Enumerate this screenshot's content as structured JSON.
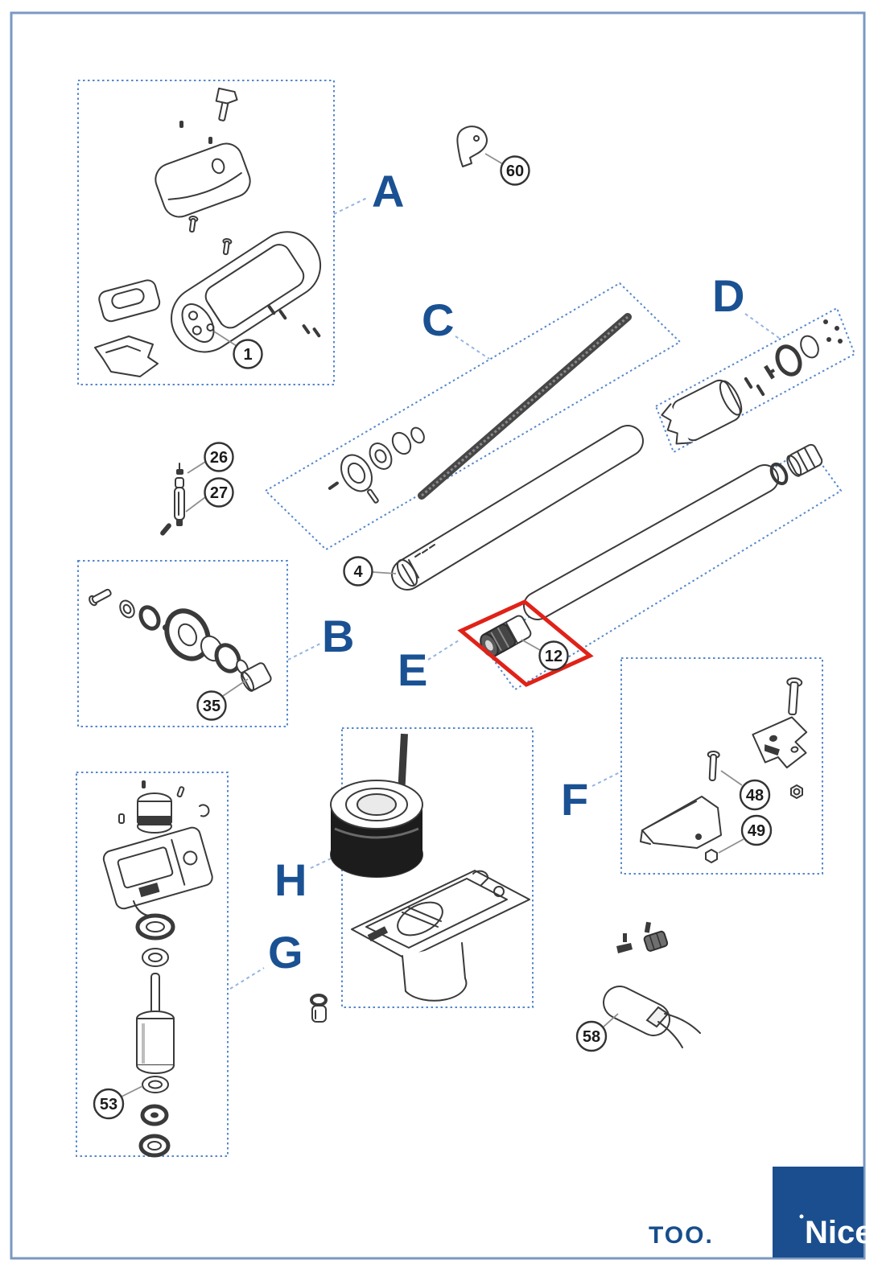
{
  "diagram": {
    "model": "TOO.",
    "brand": "Nice",
    "groups": [
      {
        "id": "A",
        "label": "A"
      },
      {
        "id": "B",
        "label": "B"
      },
      {
        "id": "C",
        "label": "C"
      },
      {
        "id": "D",
        "label": "D"
      },
      {
        "id": "E",
        "label": "E"
      },
      {
        "id": "F",
        "label": "F"
      },
      {
        "id": "G",
        "label": "G"
      },
      {
        "id": "H",
        "label": "H"
      }
    ],
    "parts": [
      {
        "number": "1",
        "in_group": "A"
      },
      {
        "number": "60",
        "in_group": ""
      },
      {
        "number": "26",
        "in_group": ""
      },
      {
        "number": "27",
        "in_group": ""
      },
      {
        "number": "4",
        "in_group": ""
      },
      {
        "number": "35",
        "in_group": "B"
      },
      {
        "number": "12",
        "in_group": "E",
        "highlighted": true
      },
      {
        "number": "48",
        "in_group": "F"
      },
      {
        "number": "49",
        "in_group": "F"
      },
      {
        "number": "53",
        "in_group": "G"
      },
      {
        "number": "58",
        "in_group": ""
      }
    ],
    "highlight": {
      "part_number": "12",
      "color": "#e02218"
    }
  },
  "colors": {
    "group_label": "#1a5193",
    "dashed_box": "#5588cc",
    "page_border": "#7a99c2",
    "highlight_red": "#e02218",
    "logo_background": "#1b4e8e",
    "logo_text": "#ffffff"
  }
}
